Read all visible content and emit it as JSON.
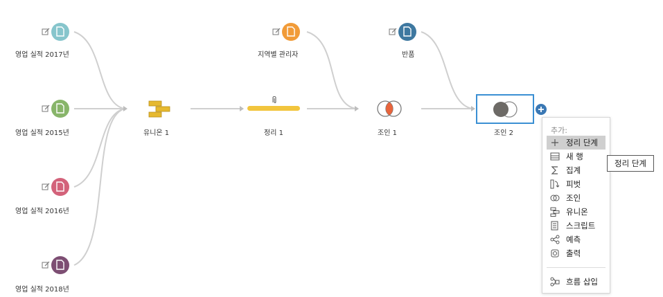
{
  "flow": {
    "inputs": [
      {
        "label": "영업 실적 2017년",
        "color": "#86c5cc"
      },
      {
        "label": "영업 실적 2015년",
        "color": "#88b56a"
      },
      {
        "label": "영업 실적 2016년",
        "color": "#d3627a"
      },
      {
        "label": "영업 실적 2018년",
        "color": "#7d4e73"
      },
      {
        "label": "지역별 관리자",
        "color": "#f19b38"
      },
      {
        "label": "반품",
        "color": "#3e78a0"
      }
    ],
    "union1": {
      "label": "유니온 1",
      "color": "#e6b930"
    },
    "clean1": {
      "label": "정리 1",
      "color": "#f2c53d"
    },
    "join1": {
      "label": "조인 1",
      "accent": "#e8643c"
    },
    "join2": {
      "label": "조인 2",
      "selected_border": "#3a8fd3"
    },
    "add_button_color": "#3a78b4",
    "connector_color": "#cfcfcf"
  },
  "menu": {
    "title": "추가:",
    "items": [
      {
        "label": "정리 단계",
        "icon": "plus-icon",
        "highlighted": true
      },
      {
        "label": "새 행",
        "icon": "new-rows-icon"
      },
      {
        "label": "집계",
        "icon": "sigma-icon"
      },
      {
        "label": "피벗",
        "icon": "pivot-icon"
      },
      {
        "label": "조인",
        "icon": "join-icon"
      },
      {
        "label": "유니온",
        "icon": "union-icon"
      },
      {
        "label": "스크립트",
        "icon": "script-icon"
      },
      {
        "label": "예측",
        "icon": "predict-icon"
      },
      {
        "label": "출력",
        "icon": "output-icon"
      }
    ],
    "insert_flow": {
      "label": "흐름 삽입",
      "icon": "insert-flow-icon"
    }
  },
  "tooltip": {
    "text": "정리 단계"
  }
}
